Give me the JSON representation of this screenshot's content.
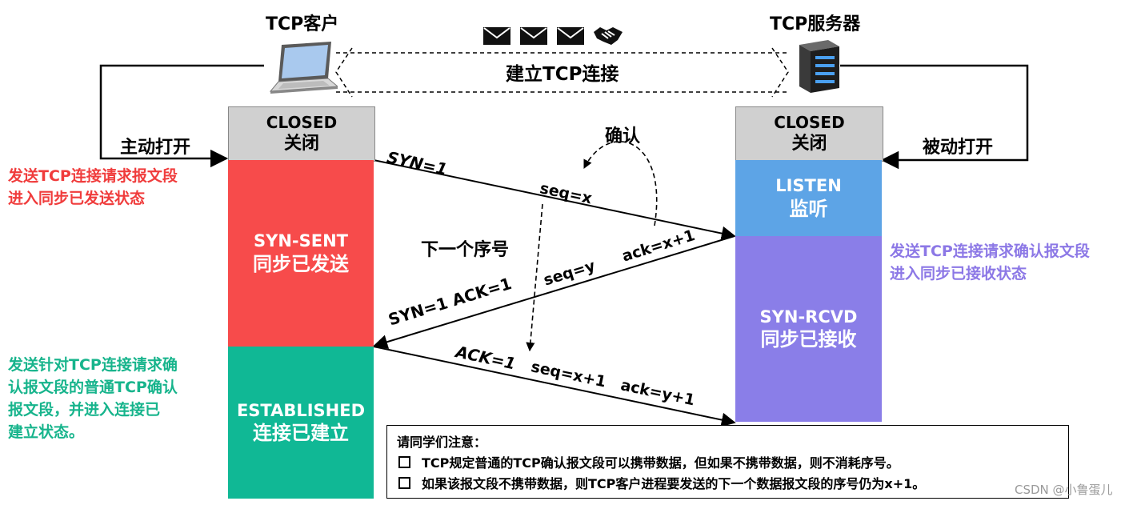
{
  "client_title": "TCP客户",
  "server_title": "TCP服务器",
  "connection_label": "建立TCP连接",
  "client_active_open": "主动打开",
  "server_passive_open": "被动打开",
  "client_states": {
    "closed_en": "CLOSED",
    "closed_zh": "关闭",
    "syn_sent_en": "SYN-SENT",
    "syn_sent_zh": "同步已发送",
    "established_en": "ESTABLISHED",
    "established_zh": "连接已建立"
  },
  "server_states": {
    "closed_en": "CLOSED",
    "closed_zh": "关闭",
    "listen_en": "LISTEN",
    "listen_zh": "监听",
    "syn_rcvd_en": "SYN-RCVD",
    "syn_rcvd_zh": "同步已接收"
  },
  "segment1": {
    "flags": "SYN=1",
    "seq": "seq=x"
  },
  "segment2": {
    "flags": "SYN=1  ACK=1",
    "seq": "seq=y",
    "ack": "ack=x+1"
  },
  "segment3": {
    "flags": "ACK=1",
    "seq": "seq=x+1",
    "ack": "ack=y+1"
  },
  "annotation_confirm": "确认",
  "annotation_next_seq": "下一个序号",
  "left_note_red": [
    "发送TCP连接请求报文段",
    "进入同步已发送状态"
  ],
  "left_note_green": [
    "发送针对TCP连接请求确",
    "认报文段的普通TCP确认",
    "报文段，并进入连接已",
    "建立状态。"
  ],
  "right_note_purple": [
    "发送TCP连接请求确认报文段",
    "进入同步已接收状态"
  ],
  "notice": {
    "title": "请同学们注意：",
    "items": [
      "TCP规定普通的TCP确认报文段可以携带数据，但如果不携带数据，则不消耗序号。",
      "如果该报文段不携带数据，则TCP客户进程要发送的下一个数据报文段的序号仍为x+1。"
    ]
  },
  "watermark": "CSDN @小鲁蛋儿",
  "colors": {
    "syn_sent": "#f74b4b",
    "established": "#10b895",
    "listen": "#5da4e6",
    "syn_rcvd": "#8a7ee8",
    "closed": "#d0d0d0",
    "note_red": "#f03c3c",
    "note_green": "#17b48c",
    "note_purple": "#8c78e6"
  }
}
